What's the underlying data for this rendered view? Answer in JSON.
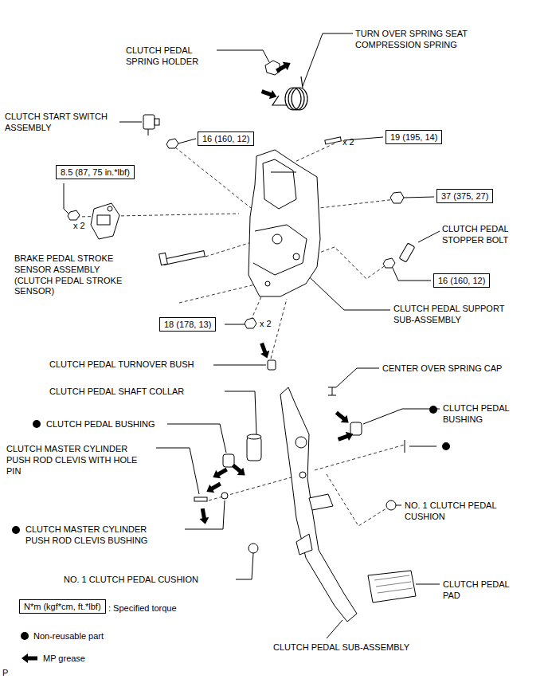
{
  "diagram": {
    "nodes": [
      {
        "text": [
          "16 (160, 12)"
        ]
      },
      {
        "text": [
          "19 (195, 14)"
        ]
      },
      {
        "text": [
          "8.5 (87, 75 in.*lbf)"
        ]
      },
      {
        "text": [
          "37 (375, 27)"
        ]
      },
      {
        "text": [
          "16 (160, 12)"
        ]
      },
      {
        "text": [
          "18 (178, 13)"
        ]
      },
      {
        "text": [
          "N*m (kgf*cm, ft.*lbf)"
        ]
      }
    ],
    "labels": [
      "CLUTCH PEDAL SPRING HOLDER",
      "TURN OVER SPRING SEAT COMPRESSION SPRING",
      "CLUTCH START SWITCH ASSEMBLY",
      "x 2",
      "x 2",
      "CLUTCH PEDAL STOPPER BOLT",
      "BRAKE PEDAL STROKE SENSOR ASSEMBLY (CLUTCH PEDAL STROKE SENSOR)",
      "CLUTCH PEDAL SUPPORT SUB-ASSEMBLY",
      "x 2",
      "CLUTCH PEDAL TURNOVER BUSH",
      "CENTER OVER SPRING CAP",
      "CLUTCH PEDAL SHAFT COLLAR",
      "CLUTCH PEDAL BUSHING",
      "CLUTCH PEDAL BUSHING",
      "CLUTCH MASTER CYLINDER PUSH ROD CLEVIS WITH HOLE PIN",
      "CLUTCH MASTER CYLINDER PUSH ROD CLEVIS BUSHING",
      "NO. 1 CLUTCH PEDAL CUSHION",
      "NO. 1 CLUTCH PEDAL CUSHION",
      "CLUTCH PEDAL PAD",
      "CLUTCH PEDAL SUB-ASSEMBLY",
      "P"
    ],
    "legend": [
      {
        "text": ": Specified torque"
      },
      {
        "text": "Non-reusable part"
      },
      {
        "text": "MP grease"
      }
    ]
  }
}
